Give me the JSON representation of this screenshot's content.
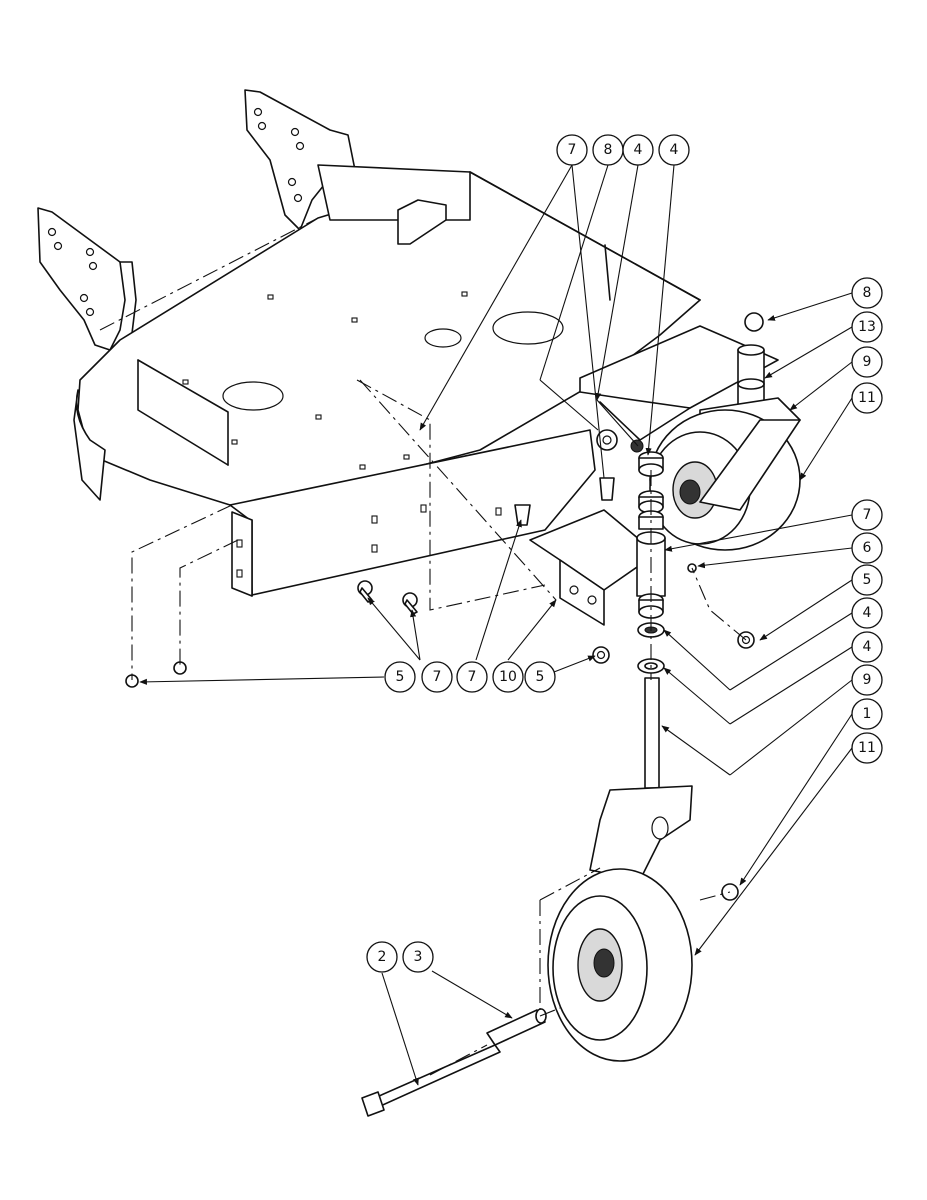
{
  "callouts": {
    "c7_top": "7",
    "c8_top": "8",
    "c4_top_a": "4",
    "c4_top_b": "4",
    "c8_right": "8",
    "c13": "13",
    "c9_upper": "9",
    "c11_upper": "11",
    "c7_right": "7",
    "c6": "6",
    "c5_right": "5",
    "c4_right_a": "4",
    "c4_right_b": "4",
    "c9_lower": "9",
    "c1": "1",
    "c11_lower": "11",
    "c5_bottom_left": "5",
    "c7_bottom_a": "7",
    "c7_bottom_b": "7",
    "c10": "10",
    "c5_bottom": "5",
    "c2": "2",
    "c3": "3"
  }
}
